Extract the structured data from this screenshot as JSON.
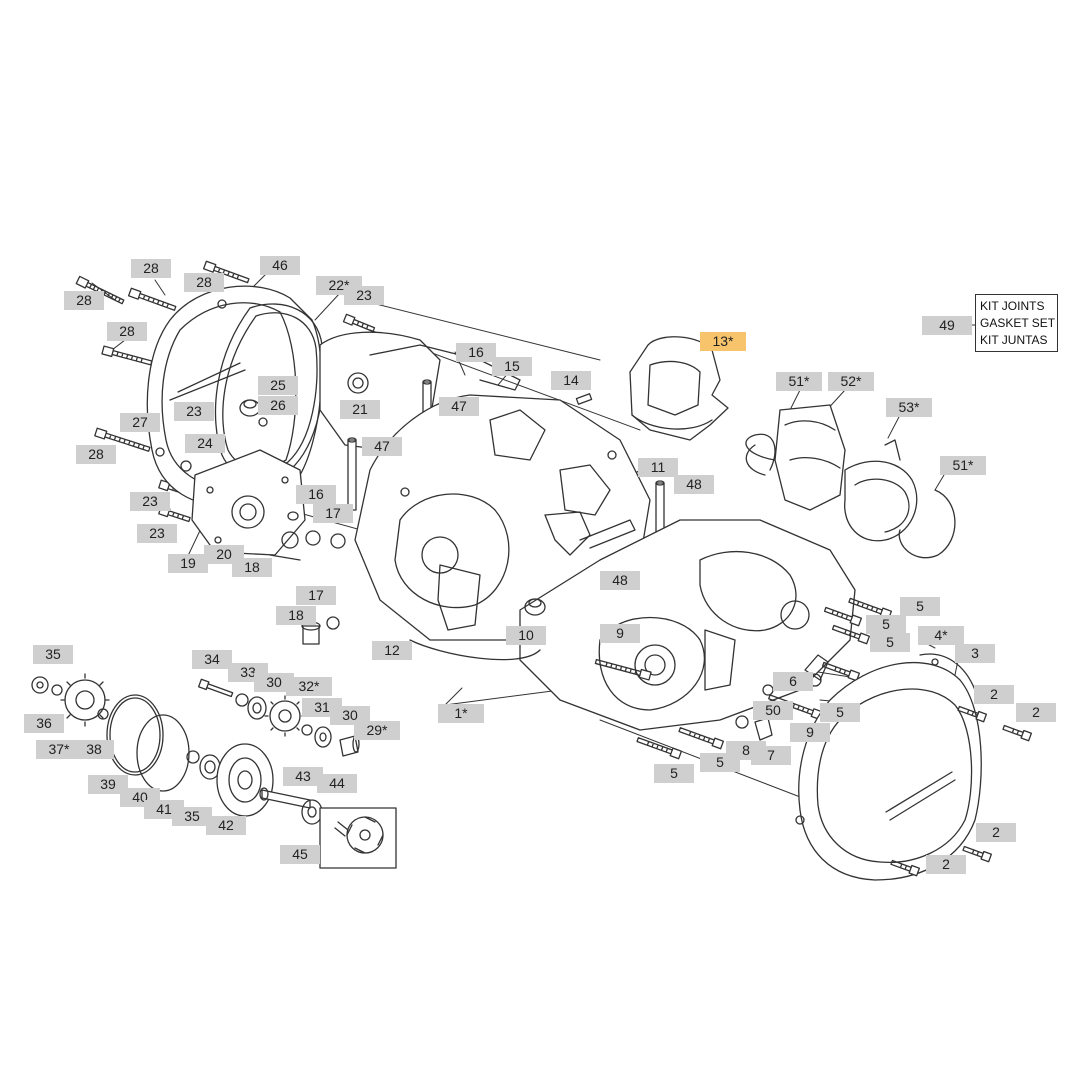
{
  "diagram": {
    "kit_box": {
      "line1": "KIT JOINTS",
      "line2": "GASKET SET",
      "line3": "KIT JUNTAS"
    },
    "highlight_color": "#f7c46c",
    "callouts": {
      "c28a": "28",
      "c28b": "28",
      "c28c": "28",
      "c28d": "28",
      "c28e": "28",
      "c46": "46",
      "c22": "22*",
      "c23a": "23",
      "c23b": "23",
      "c23c": "23",
      "c23d": "23",
      "c16a": "16",
      "c16b": "16",
      "c15": "15",
      "c14": "14",
      "c13": "13*",
      "c49": "49",
      "c51a": "51*",
      "c52": "52*",
      "c53": "53*",
      "c51b": "51*",
      "c25": "25",
      "c26": "26",
      "c21": "21",
      "c47a": "47",
      "c47b": "47",
      "c27": "27",
      "c24": "24",
      "c11": "11",
      "c48a": "48",
      "c48b": "48",
      "c17a": "17",
      "c17b": "17",
      "c19": "19",
      "c20": "20",
      "c18a": "18",
      "c18b": "18",
      "c5a": "5",
      "c5b": "5",
      "c5c": "5",
      "c5d": "5",
      "c5e": "5",
      "c5f": "5",
      "c12": "12",
      "c10": "10",
      "c9a": "9",
      "c9b": "9",
      "c4": "4*",
      "c3": "3",
      "c35a": "35",
      "c35b": "35",
      "c34": "34",
      "c33": "33",
      "c30a": "30",
      "c30b": "30",
      "c32": "32*",
      "c31": "31",
      "c29": "29*",
      "c6": "6",
      "c50": "50",
      "c2a": "2",
      "c2b": "2",
      "c2c": "2",
      "c2d": "2",
      "c36": "36",
      "c37": "37*",
      "c38": "38",
      "c1": "1*",
      "c8": "8",
      "c7": "7",
      "c39": "39",
      "c40": "40",
      "c41": "41",
      "c42": "42",
      "c43": "43",
      "c44": "44",
      "c45": "45"
    }
  }
}
